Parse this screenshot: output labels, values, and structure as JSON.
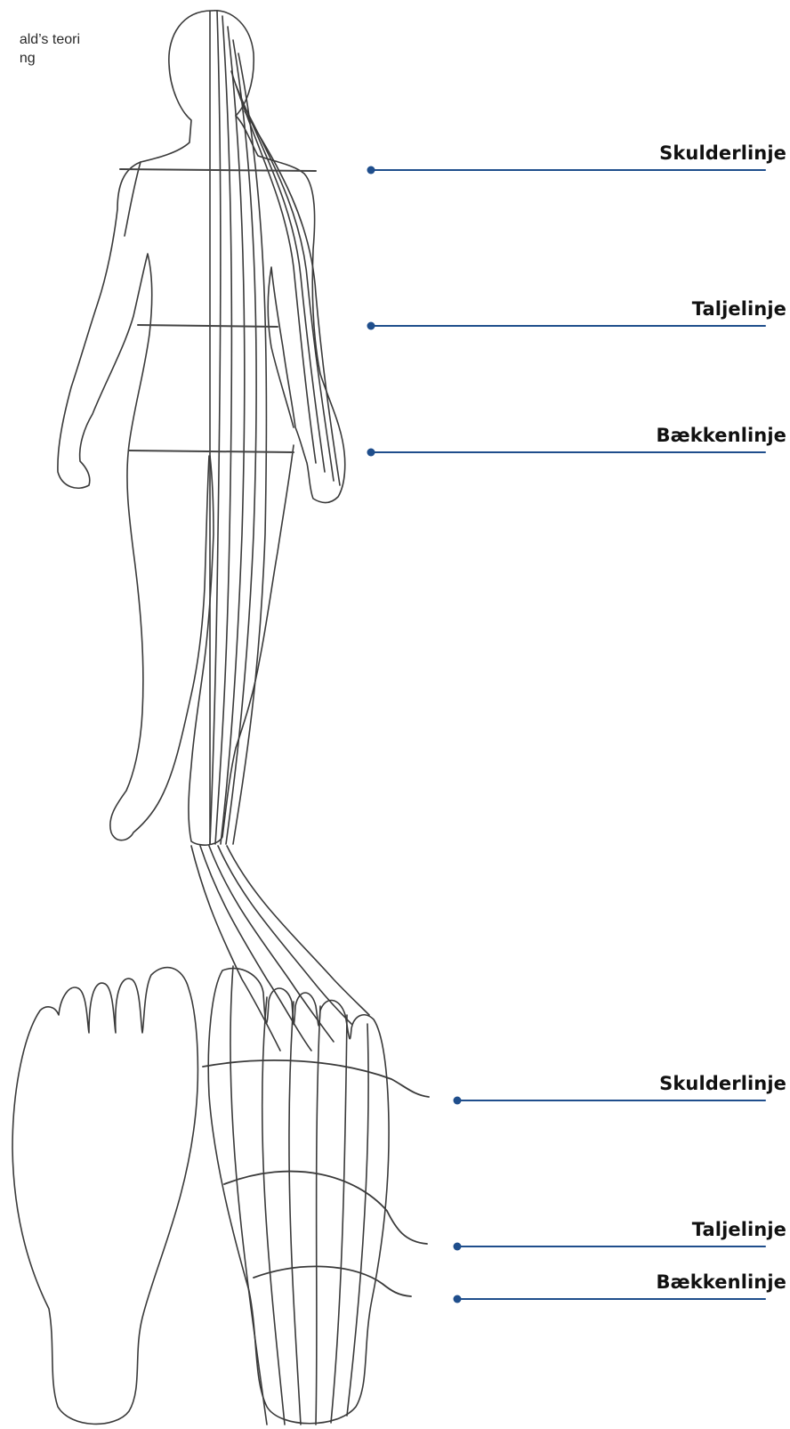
{
  "caption": {
    "line1": "ald’s teori",
    "line2": "ng"
  },
  "labels": {
    "body_shoulder": "Skulderlinje",
    "body_waist": "Taljelinje",
    "body_pelvis": "Bækkenlinje",
    "foot_shoulder": "Skulderlinje",
    "foot_waist": "Taljelinje",
    "foot_pelvis": "Bækkenlinje"
  },
  "colors": {
    "leader": "#1f4e8c",
    "drawing": "#3a3a3a"
  }
}
